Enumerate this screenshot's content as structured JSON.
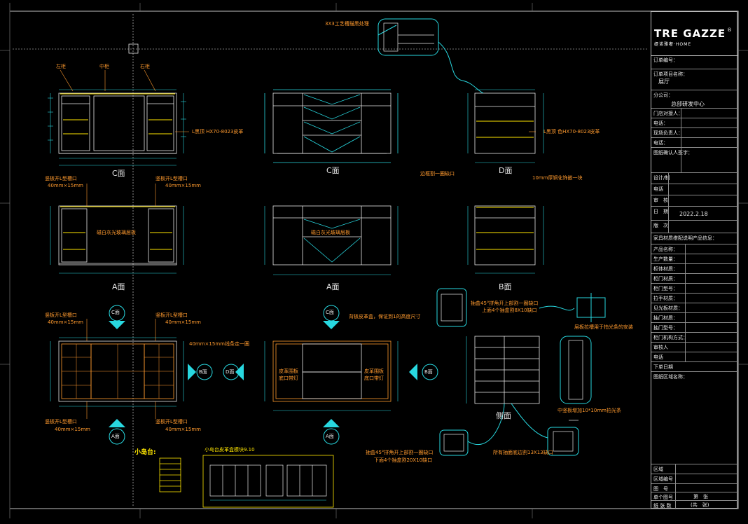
{
  "brand": {
    "logo_text": "TRE GAZZE",
    "logo_reg": "®",
    "logo_sub": "缇诺雅奢·HOME"
  },
  "views": {
    "c_front": "C面",
    "c_mid": "C面",
    "d_right": "D面",
    "a_front": "A面",
    "a_mid": "A面",
    "b_right": "B面",
    "side": "侧面"
  },
  "markers": {
    "c_top_left": "C面",
    "c_top_mid": "C面",
    "a_bottom_left": "A面",
    "a_bottom_mid": "A面",
    "b_left": "B面",
    "d_mid": "D面",
    "b_mid": "B面"
  },
  "notes": {
    "left_cab": "左柜",
    "mid_cab": "中柜",
    "right_cab": "右柜",
    "top_detail": "3X3工艺槽描黑处理",
    "leather_1": "L黑顶 HX70-8023皮革",
    "leather_2": "L黑顶 色HX70-8023皮革",
    "edge_right": "边框割一圈缺口",
    "copper_strip": "10mm厚铜化饰嵌一块",
    "l_notch_1": "竖板开L型槽口",
    "l_notch_2": "竖板开L型槽口",
    "l_size_1": "40mm×15mm",
    "l_size_2": "40mm×15mm",
    "glass_bar_1": "磁白灰光玻璃层板",
    "glass_bar_2": "磁白灰光玻璃层板",
    "l_notch_3": "竖板开L型槽口",
    "l_notch_4": "竖板开L型槽口",
    "l_size_3": "40mm×15mm",
    "l_size_4": "40mm×15mm",
    "groove_line": "40mm×15mm线条走一圈",
    "edge_leather": "背板皮革盒，保证到1的高度尺寸",
    "angle_1": "抽盒45°拼角开上部割一圈缺口",
    "angle_1b": "上面4个抽盒割8X10缺口",
    "board_note": "层板拉槽用于拍光条的安装",
    "leather_light_l": "皮革围板",
    "leather_light_l2": "底口带灯",
    "leather_light_r": "皮革围板",
    "leather_light_r2": "底口带灯",
    "l_notch_5": "竖板开L型槽口",
    "l_notch_6": "竖板开L型槽口",
    "l_size_5": "40mm×15mm",
    "l_size_6": "40mm×15mm",
    "mid_board": "中竖板增加10*10mm拍光条",
    "angle_2": "抽盒45°拼角开上部割一圈缺口",
    "angle_2b": "下面4个抽盒割20X10缺口",
    "all_drawers": "所有抽面底边割13X13缺口",
    "island": "小岛台:",
    "legend_title": "小岛台皮革盒模块9.10"
  },
  "title_block": {
    "order_no": "订单编号：",
    "project_name": "订单项目名称：",
    "project_value": "展厅",
    "branch": "分公司：",
    "branch_value": "总部研发中心",
    "store_contact": "门店对接人：",
    "phone1": "电话：",
    "site_manager": "现场负责人：",
    "phone2": "电话：",
    "confirm_sign": "图纸确认人签字：",
    "designer": "设计/制",
    "phone3": "电话",
    "audit": "审　核",
    "date_label": "日　期",
    "date_value": "2022.2.18",
    "version": "版　次",
    "materials_title": "家具材质搭配说明产品信息：",
    "product_name": "产品名称：",
    "quantity": "生产数量：",
    "body_material": "柜体材质：",
    "door_material": "柜门材质：",
    "door_model": "柜门型号：",
    "hardware": "拉手材质：",
    "light_material": "见光板材质：",
    "drawer_material": "抽门材质：",
    "drawer_model": "抽门型号：",
    "factory": "柜门机构方式：",
    "reviewer": "审核人",
    "phone4": "电话",
    "order_date": "下单日期",
    "drawing_name": "图纸区域名称：",
    "region": "区域",
    "region_no": "区域编号",
    "drawing_no": "图　号",
    "sheet_label": "单个图号",
    "sheet_value": "第　张",
    "total_label": "纸 张 数",
    "total_value": "(共　张)"
  }
}
